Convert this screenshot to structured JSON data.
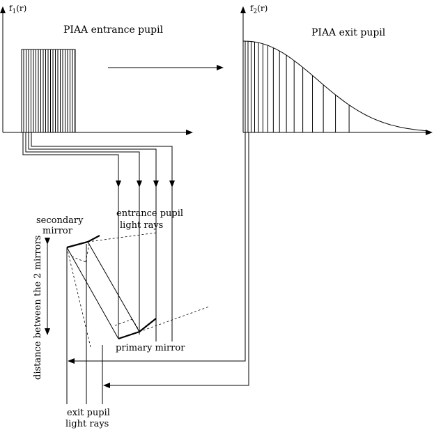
{
  "axes": {
    "left_ylabel": "f",
    "left_ylabel_sub": "1",
    "left_ylabel_arg": "(r)",
    "right_ylabel": "f",
    "right_ylabel_sub": "2",
    "right_ylabel_arg": "(r)"
  },
  "titles": {
    "entrance": "PIAA entrance pupil",
    "exit": "PIAA exit pupil"
  },
  "labels": {
    "secondary_line1": "secondary",
    "secondary_line2": "mirror",
    "entrance_rays_line1": "entrance pupil",
    "entrance_rays_line2": "light rays",
    "primary": "primary mirror",
    "distance": "distance between the 2 mirrors",
    "exit_rays_line1": "exit pupil",
    "exit_rays_line2": "light rays"
  }
}
